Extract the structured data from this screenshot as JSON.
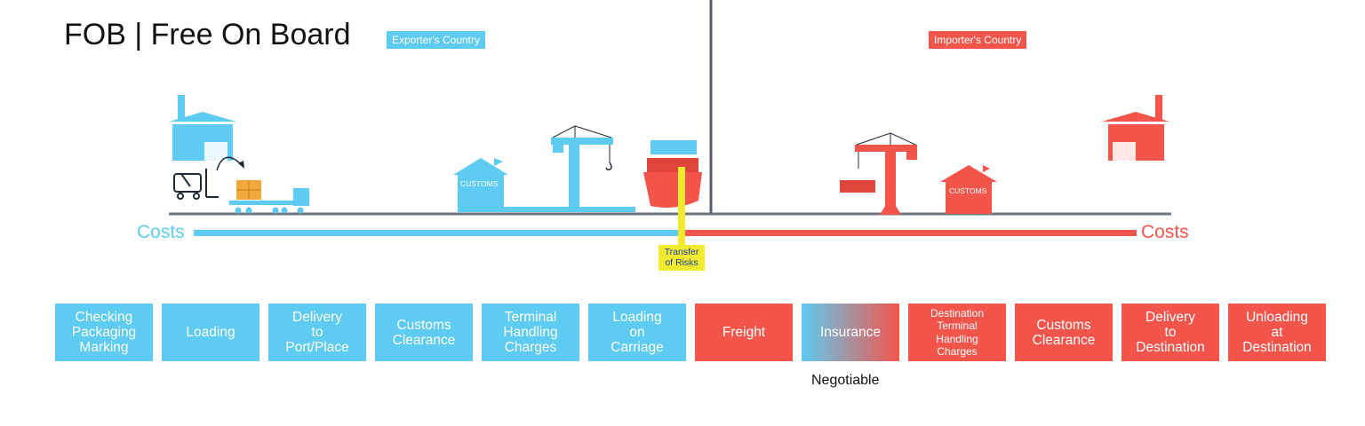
{
  "title": "FOB | Free On Board",
  "regions": {
    "exporter": "Exporter's Country",
    "importer": "Importer's Country"
  },
  "costs": {
    "left": "Costs",
    "right": "Costs"
  },
  "risk_transfer": "Transfer\nof Risks",
  "customs_signs": [
    "CUSTOMS",
    "CUSTOMS"
  ],
  "steps": [
    {
      "label": "Checking\nPackaging\nMarking",
      "side": "seller"
    },
    {
      "label": "Loading",
      "side": "seller"
    },
    {
      "label": "Delivery\nto\nPort/Place",
      "side": "seller"
    },
    {
      "label": "Customs\nClearance",
      "side": "seller"
    },
    {
      "label": "Terminal\nHandling\nCharges",
      "side": "seller"
    },
    {
      "label": "Loading\non\nCarriage",
      "side": "seller"
    },
    {
      "label": "Freight",
      "side": "buyer"
    },
    {
      "label": "Insurance",
      "side": "negotiable"
    },
    {
      "label": "Destination\nTerminal\nHandling\nCharges",
      "side": "buyer"
    },
    {
      "label": "Customs\nClearance",
      "side": "buyer"
    },
    {
      "label": "Delivery\nto\nDestination",
      "side": "buyer"
    },
    {
      "label": "Unloading\nat\nDestination",
      "side": "buyer"
    }
  ],
  "negotiable_note": "Negotiable",
  "colors": {
    "seller": "#5dcbf2",
    "buyer": "#f4554a",
    "risk": "#f1ea2e",
    "line": "#6b7480"
  }
}
